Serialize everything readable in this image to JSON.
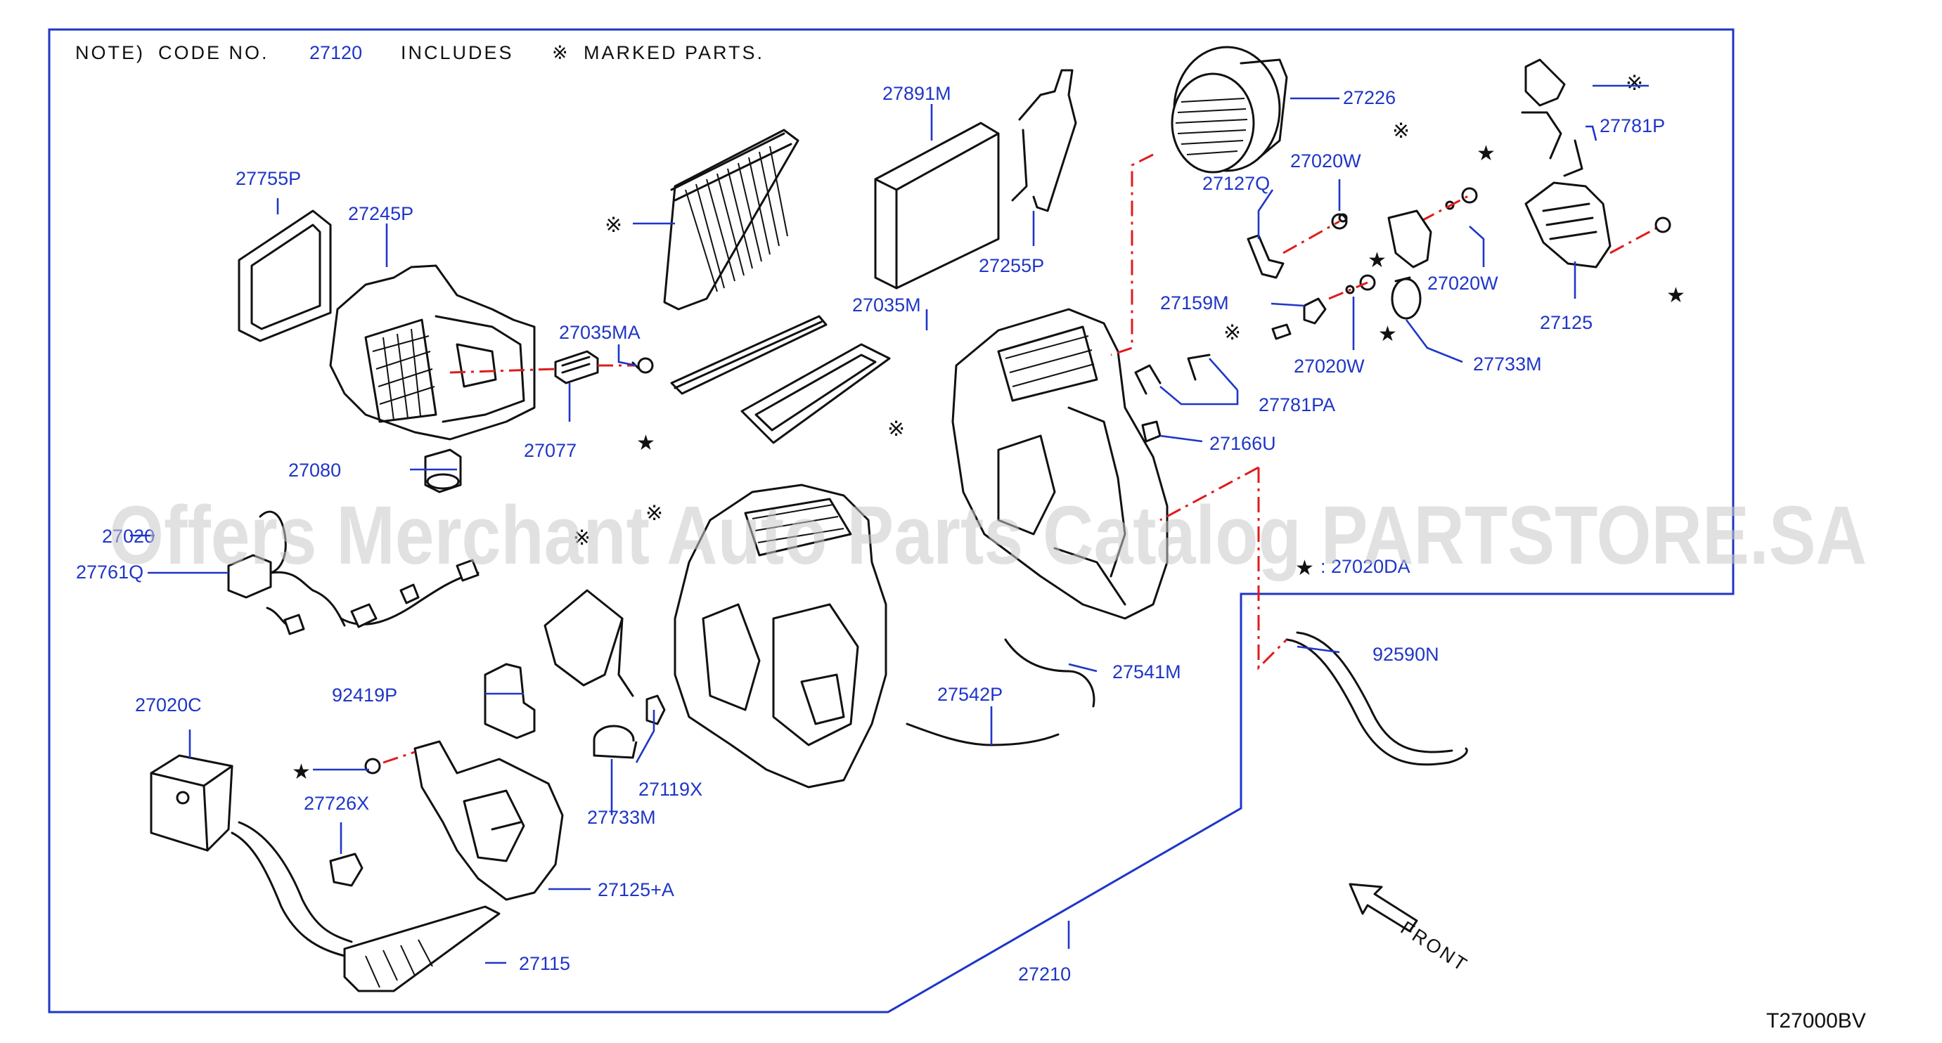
{
  "note": {
    "prefix": "NOTE)",
    "code_label": "CODE NO.",
    "code_value": "27120",
    "includes_label": "INCLUDES",
    "mark_symbol": "※",
    "marked_parts_label": "MARKED PARTS."
  },
  "watermark": "Offers Merchant Auto Parts Catalog PARTSTORE.SA",
  "star_legend": {
    "symbol": "★",
    "text": ": 27020DA"
  },
  "diagram_code": "T27000BV",
  "front_label": "FRONT",
  "colors": {
    "callout": "#1f36c7",
    "frame": "#1f36c7",
    "centerline": "#e01b1b",
    "parts": "#111111"
  },
  "part_callouts": [
    "27755P",
    "27245P",
    "27035MA",
    "27077",
    "27080",
    "27020",
    "27761Q",
    "27891M",
    "27035M",
    "27255P",
    "27226",
    "27127Q",
    "27020W",
    "27781P",
    "27125",
    "27159M",
    "27020W",
    "27733M",
    "27781PA",
    "27166U",
    "27020W",
    "92590N",
    "27541M",
    "27542P",
    "92419P",
    "27119X",
    "27733M",
    "27020C",
    "27726X",
    "27125+A",
    "27115",
    "27210"
  ]
}
